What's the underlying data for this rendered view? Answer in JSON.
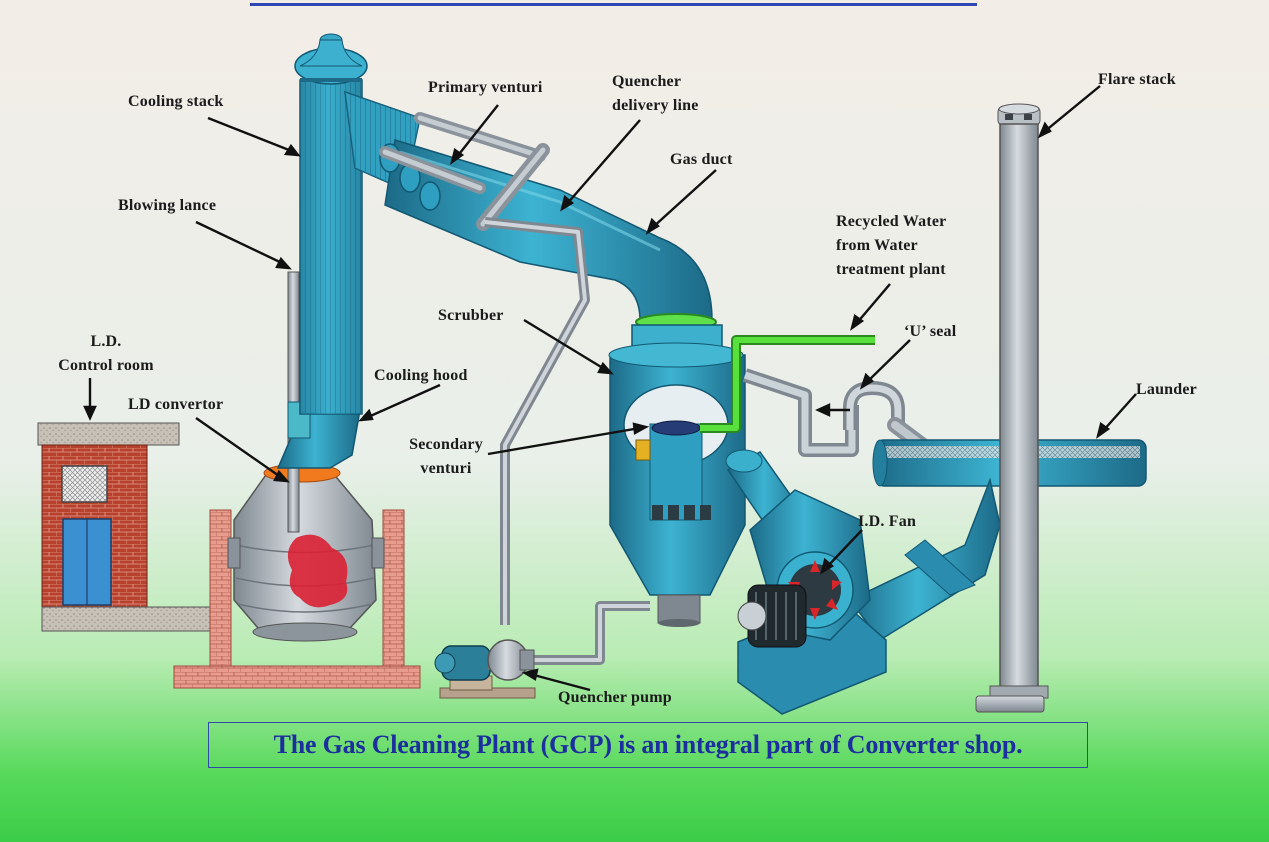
{
  "labels": {
    "cooling_stack": "Cooling stack",
    "primary_venturi": "Primary venturi",
    "quencher_delivery_line": "Quencher\ndelivery line",
    "flare_stack": "Flare stack",
    "gas_duct": "Gas duct",
    "blowing_lance": "Blowing lance",
    "recycled_water": "Recycled Water\nfrom Water\ntreatment plant",
    "scrubber": "Scrubber",
    "u_seal": "‘U’ seal",
    "ld_control_room": "L.D.\nControl room",
    "cooling_hood": "Cooling hood",
    "launder": "Launder",
    "ld_convertor": "LD convertor",
    "secondary_venturi": "Secondary\nventuri",
    "id_fan": "I.D. Fan",
    "quencher_pump": "Quencher  pump"
  },
  "caption": "The Gas Cleaning Plant (GCP) is an integral part of Converter shop.",
  "colors": {
    "pipe_blue": "#2e9fc0",
    "pipe_dark": "#1f6f8f",
    "steel_grey": "#a8b0b8",
    "green_water": "#4ed834",
    "brick_red": "#b8412e",
    "caption_blue": "#1c2f9e"
  }
}
